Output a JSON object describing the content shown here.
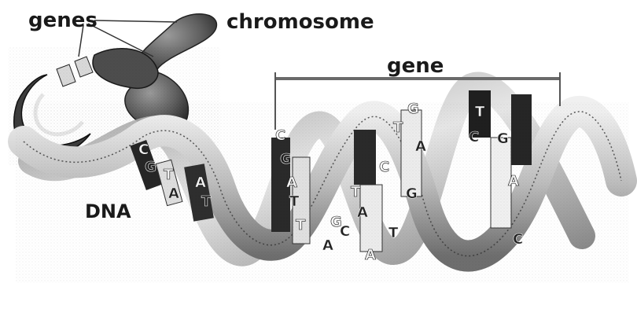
{
  "labels": {
    "genes": "genes",
    "chromosome": "chromosome",
    "gene": "gene",
    "dna": "DNA"
  },
  "bases": [
    "C",
    "G",
    "T",
    "A",
    "A",
    "T",
    "C",
    "G",
    "A",
    "T",
    "T",
    "A",
    "G",
    "C",
    "T",
    "A",
    "A",
    "T",
    "C",
    "G",
    "T",
    "A",
    "G",
    "C",
    "T",
    "G",
    "A",
    "C"
  ],
  "colors": {
    "ink": "#1a1a1a",
    "backbone_light": "#d6d6d6",
    "backbone_dark": "#5a5a5a",
    "chromosome": "#6b6b6b",
    "base_dark": "#222222",
    "base_light": "#f2f2f2"
  }
}
